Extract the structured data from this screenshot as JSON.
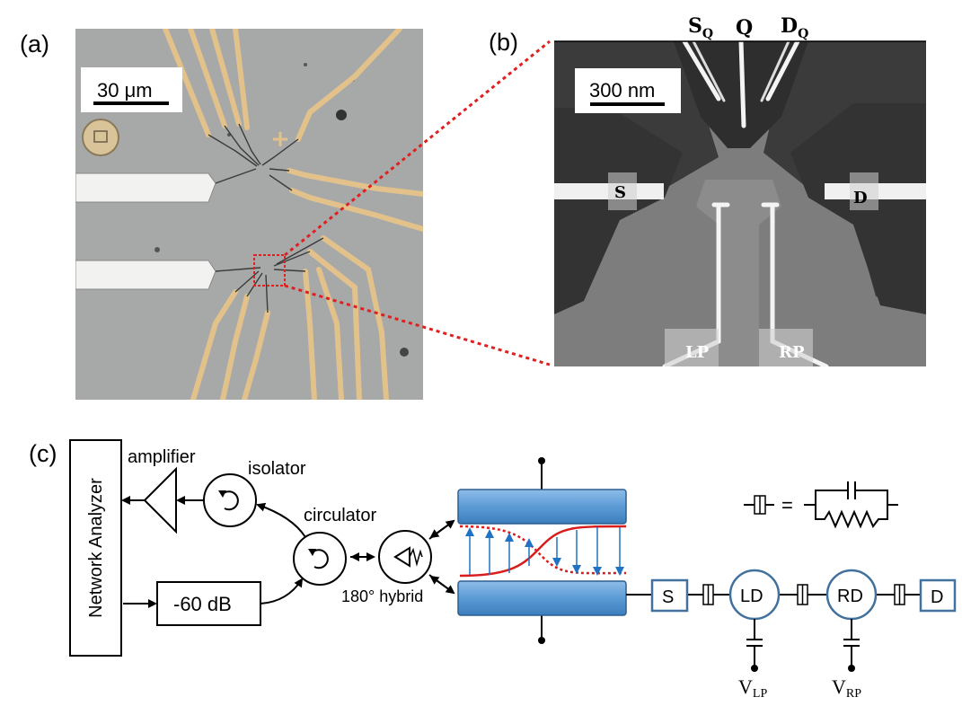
{
  "panels": {
    "a": "(a)",
    "b": "(b)",
    "c": "(c)"
  },
  "panel_a": {
    "scale_bar": "30 μm"
  },
  "panel_b": {
    "scale_bar": "300 nm",
    "top_labels": {
      "sq_main": "S",
      "sq_sub": "Q",
      "q": "Q",
      "dq_main": "D",
      "dq_sub": "Q"
    },
    "source": "S",
    "drain": "D",
    "left_plunger": "LP",
    "right_plunger": "RP"
  },
  "panel_c": {
    "network_analyzer": "Network Analyzer",
    "amplifier": "amplifier",
    "isolator": "isolator",
    "circulator": "circulator",
    "attenuator": "-60 dB",
    "hybrid": "180° hybrid",
    "legend_equals": "=",
    "chain": {
      "s": "S",
      "ld": "LD",
      "rd": "RD",
      "d": "D"
    },
    "v_lp_main": "V",
    "v_lp_sub": "LP",
    "v_rp_main": "V",
    "v_rp_sub": "RP"
  },
  "colors": {
    "gold_wire": "#e2c28a",
    "micrograph_bg": "#a7a9a8",
    "sem_dark": "#3a3a3a",
    "sem_mid": "#7a7a7a",
    "cavity_blue": "#5b9bd5",
    "field_red": "#d91c1c",
    "arrow_blue": "#1f72c4",
    "node_border": "#41719c",
    "zoom_red": "#e02020"
  }
}
